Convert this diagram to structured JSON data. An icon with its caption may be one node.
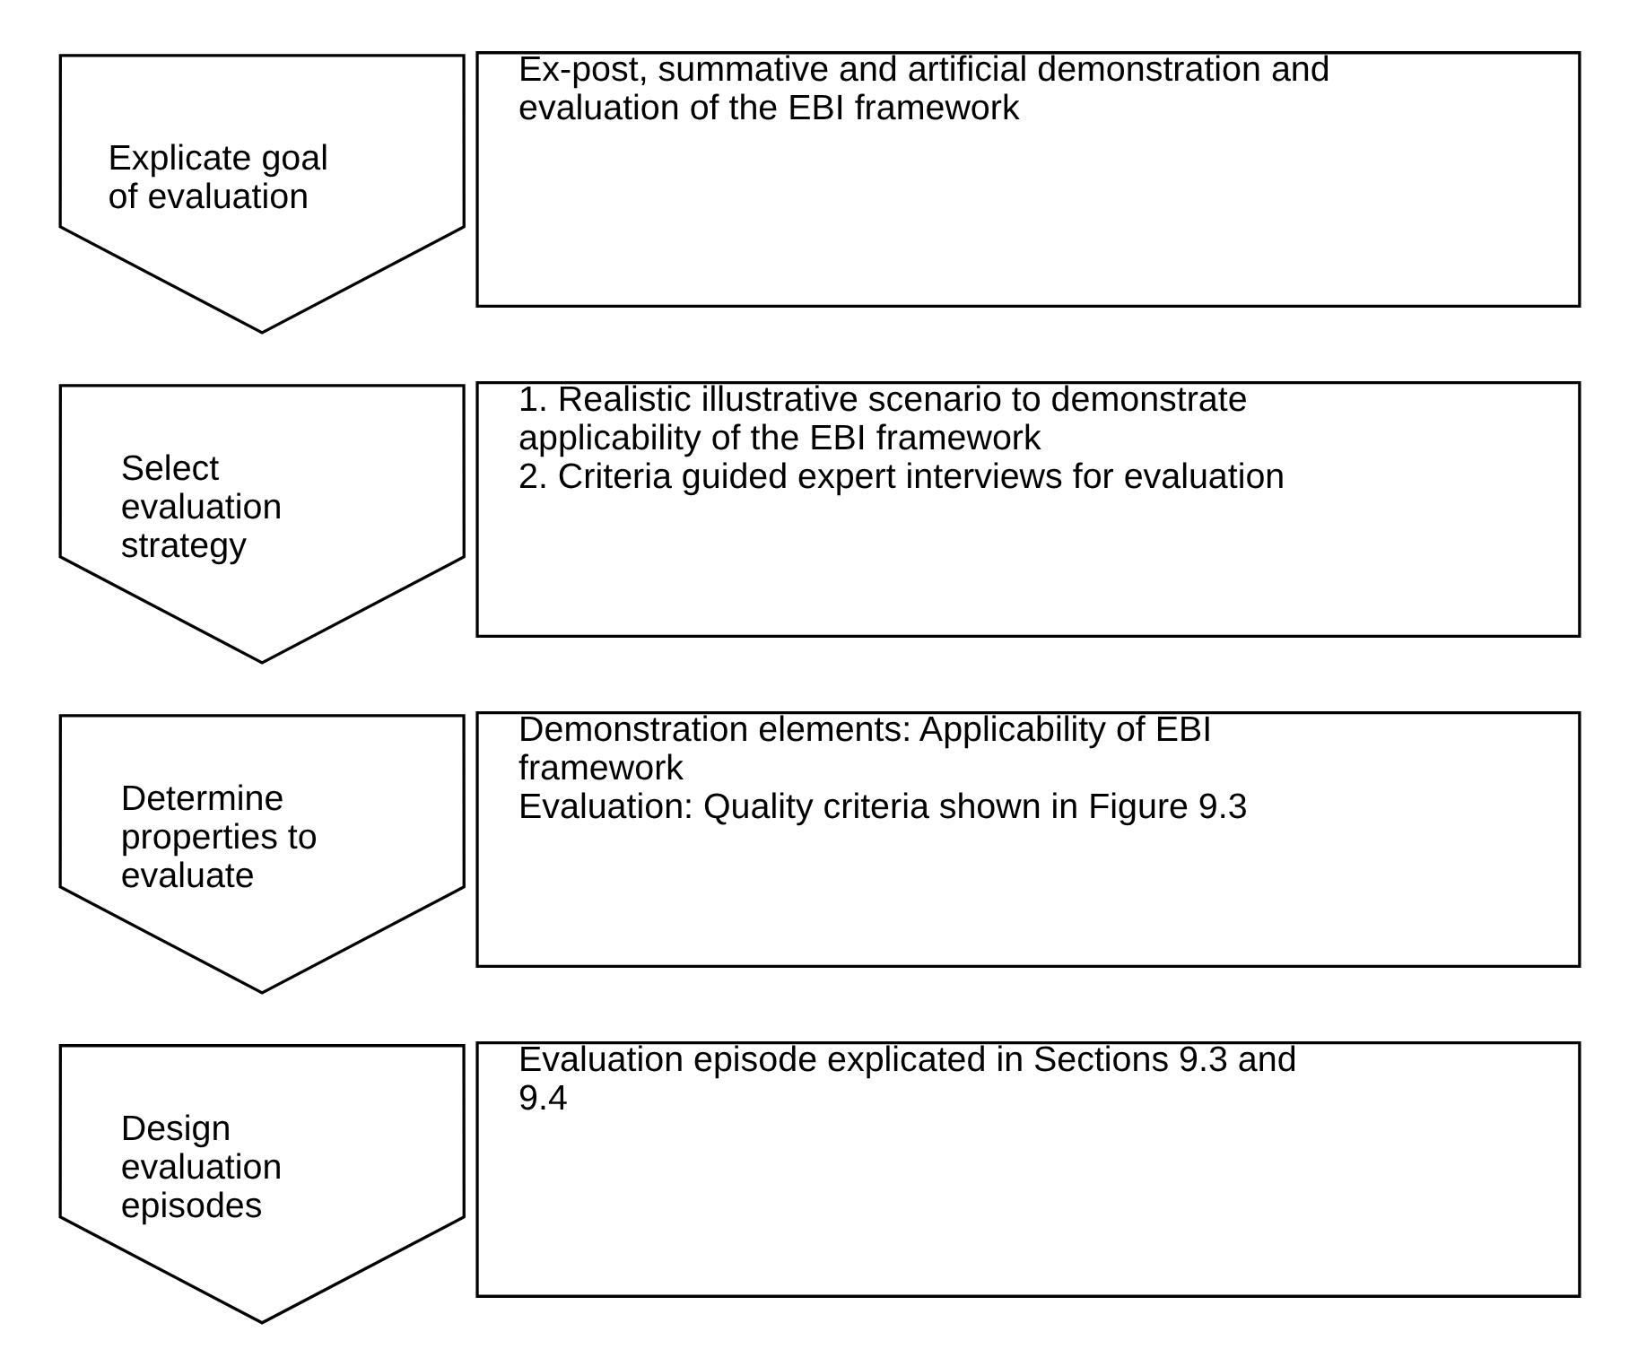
{
  "diagram": {
    "nodes": [
      {
        "text": [
          "Explicate goal of evaluation"
        ]
      },
      {
        "text": [
          "Ex-post, summative and artificial demonstration and evaluation of the EBI framework"
        ]
      },
      {
        "text": [
          "Select evaluation strategy"
        ]
      },
      {
        "text": [
          "1. Realistic illustrative scenario to demonstrate applicability of the EBI framework",
          "2. Criteria guided expert interviews for evaluation"
        ]
      },
      {
        "text": [
          "Determine properties to evaluate"
        ]
      },
      {
        "text": [
          "Demonstration elements: Applicability of EBI framework",
          "Evaluation: Quality criteria shown in Figure 9.3"
        ]
      },
      {
        "text": [
          "Design evaluation episodes"
        ]
      },
      {
        "text": [
          "Evaluation episode explicated in Sections 9.3 and 9.4"
        ]
      }
    ],
    "edges": []
  }
}
